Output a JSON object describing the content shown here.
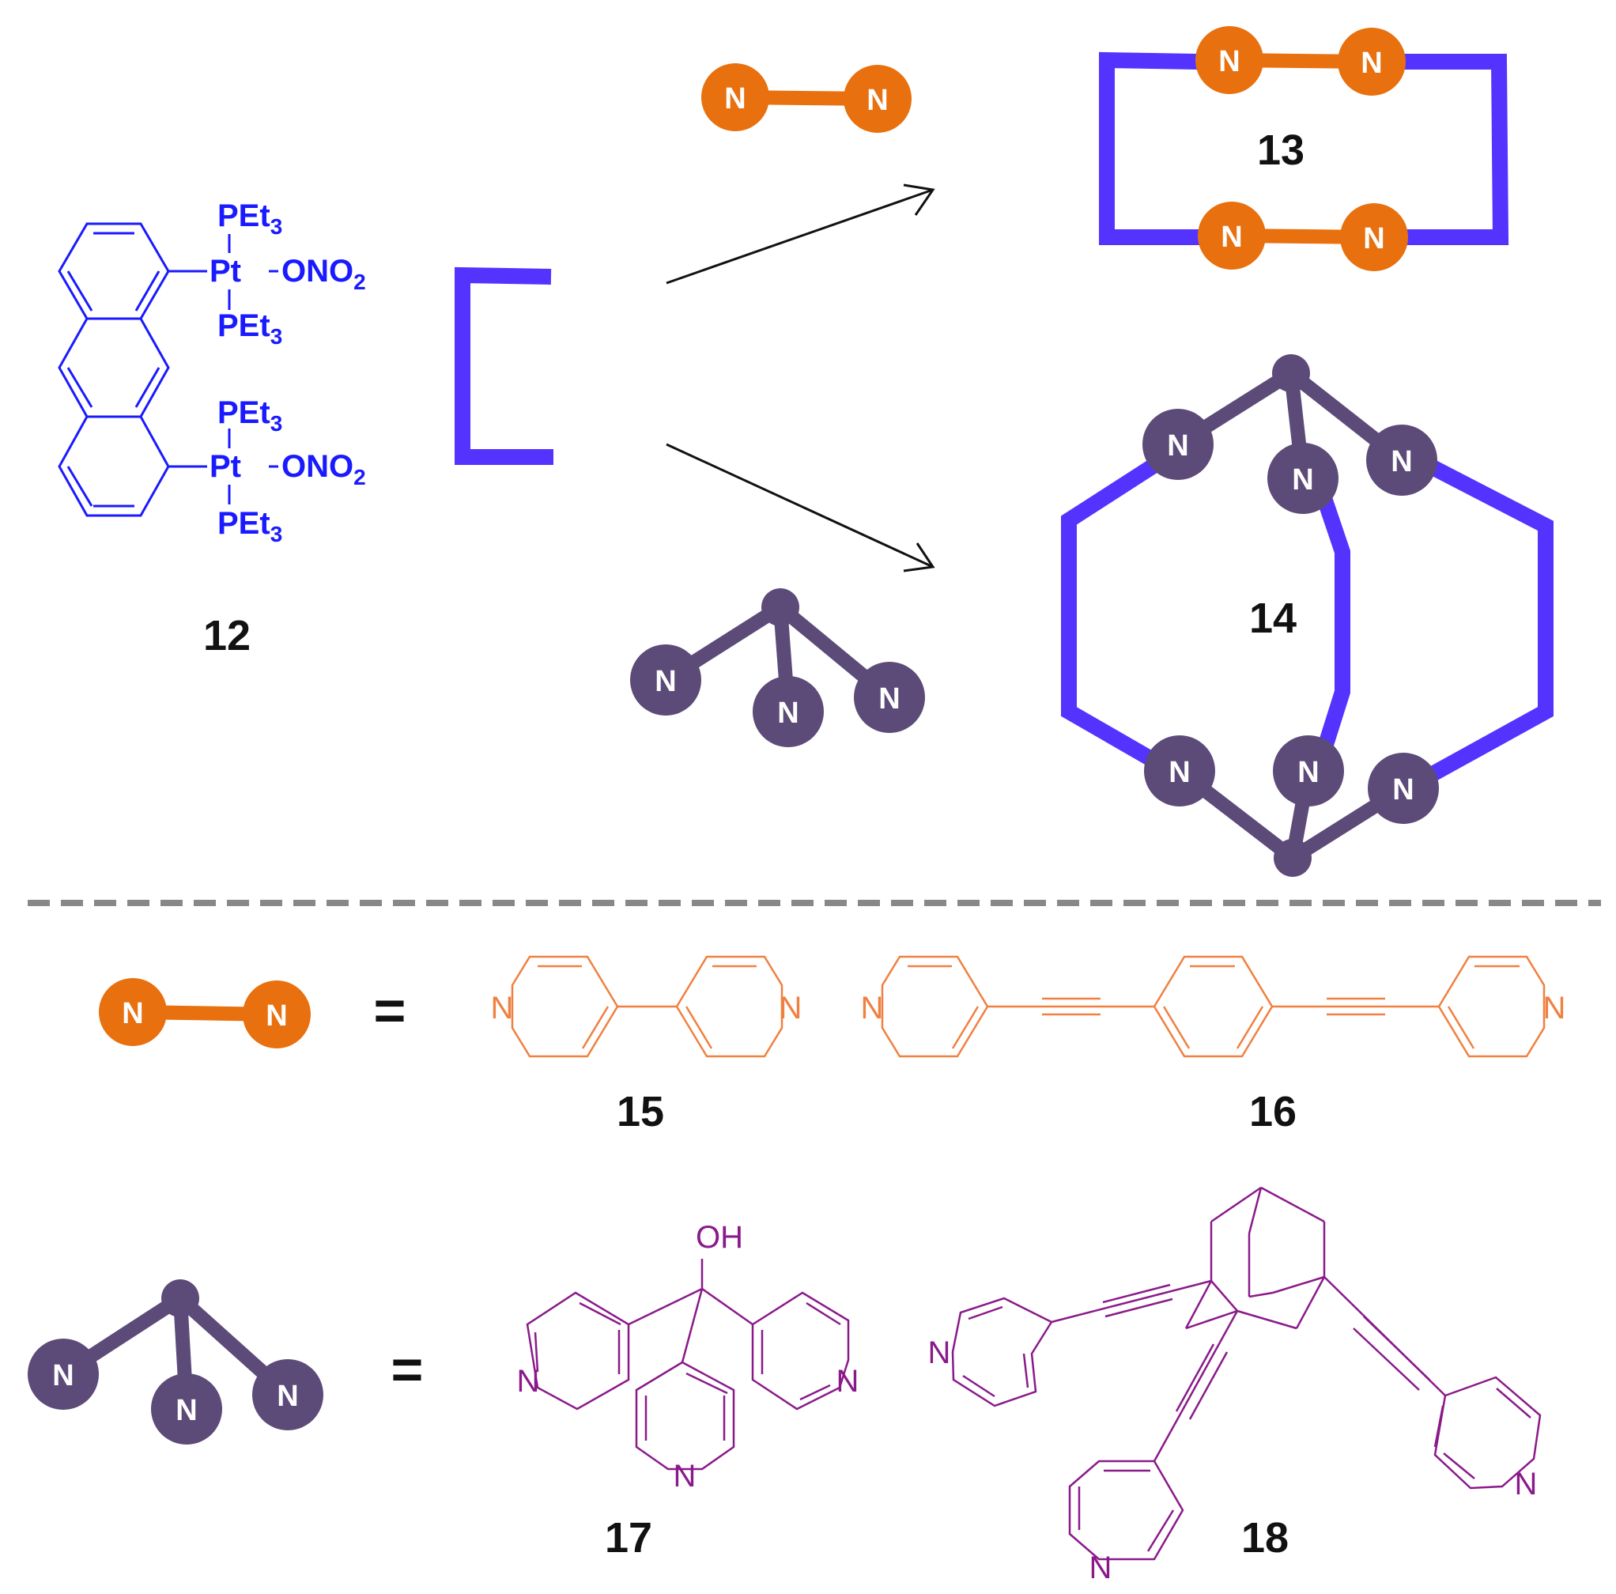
{
  "colors": {
    "platinum_clip": "#5533ff",
    "molecule12": "#1a1aff",
    "ditopic": "#e8700e",
    "ditopic_line": "#f08040",
    "tritopic": "#5c4a78",
    "tritopic_line": "#8a1a8a",
    "arrow": "#111111",
    "divider": "#888888"
  },
  "labels": {
    "n": "N",
    "equals": "=",
    "oh": "OH",
    "c12": "12",
    "c13": "13",
    "c14": "14",
    "c15": "15",
    "c16": "16",
    "c17": "17",
    "c18": "18"
  },
  "molecule12": {
    "pet3": "PEt",
    "sub3": "3",
    "pt": "Pt",
    "ono": "ONO",
    "sub2": "2"
  }
}
